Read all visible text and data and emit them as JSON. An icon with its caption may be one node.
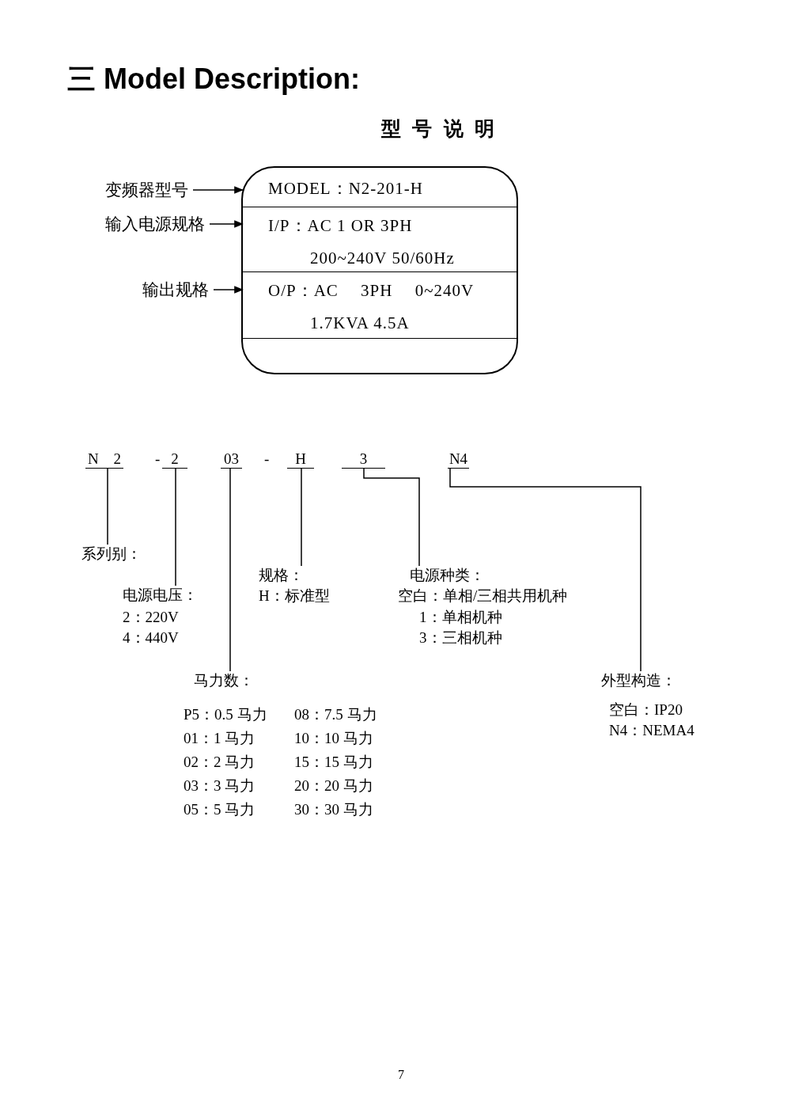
{
  "diagram": {
    "title": "三 Model Description:",
    "nodes": [
      {
        "text": [],
        "shape": "box"
      },
      {
        "text": [
          "MODEL：N2-201-H"
        ],
        "in": 0
      },
      {
        "text": [
          "I/P：AC 1 OR 3PH",
          "200~240V 50/60Hz"
        ],
        "in": 0
      },
      {
        "text": [
          "O/P：AC 3PH 0~240V",
          "1.7KVA 4.5A"
        ],
        "in": 0
      },
      {
        "text": [],
        "shape": "box",
        "in": 0
      },
      {
        "text": [
          "变频器型号"
        ]
      },
      {
        "text": [
          "输入电源规格"
        ]
      },
      {
        "text": [
          "输出规格"
        ]
      },
      {
        "text": [
          "N 2"
        ]
      },
      {
        "text": [
          "2"
        ]
      },
      {
        "text": [
          "03"
        ]
      },
      {
        "text": [
          "H"
        ]
      },
      {
        "text": [
          "3"
        ]
      },
      {
        "text": [
          "N4"
        ]
      },
      {
        "text": [
          "系列别："
        ]
      },
      {
        "text": [
          "电源电压：",
          "2：220V",
          "4：440V"
        ]
      },
      {
        "text": [
          "马力数：",
          "P5：0.5 马力",
          "08：7.5 马力",
          "01：1 马力",
          "10：10 马力",
          "02：2 马力",
          "15：15 马力",
          "03：3 马力",
          "20：20 马力",
          "05：5 马力",
          "30：30 马力"
        ]
      },
      {
        "text": [
          "规格：",
          "H：标准型"
        ]
      },
      {
        "text": [
          "电源种类：",
          "空白：单相/三相共用机种",
          "1：单相机种",
          "3：三相机种"
        ]
      },
      {
        "text": [
          "外型构造：",
          "空白：IP20",
          "N4：NEMA4"
        ]
      }
    ],
    "edges": [
      {
        "from": 5,
        "to": 1,
        "arrow": "to"
      },
      {
        "from": 6,
        "to": 2,
        "arrow": "to"
      },
      {
        "from": 7,
        "to": 3,
        "arrow": "to"
      },
      {
        "from": 8,
        "to": 14,
        "arrow": "none"
      },
      {
        "from": 9,
        "to": 15,
        "arrow": "none"
      },
      {
        "from": 10,
        "to": 16,
        "arrow": "none"
      },
      {
        "from": 11,
        "to": 17,
        "arrow": "none"
      },
      {
        "from": 12,
        "to": 18,
        "arrow": "none"
      },
      {
        "from": 13,
        "to": 19,
        "arrow": "none"
      }
    ],
    "labels": [
      "型 号 说 明",
      "-",
      "-",
      "7"
    ]
  }
}
